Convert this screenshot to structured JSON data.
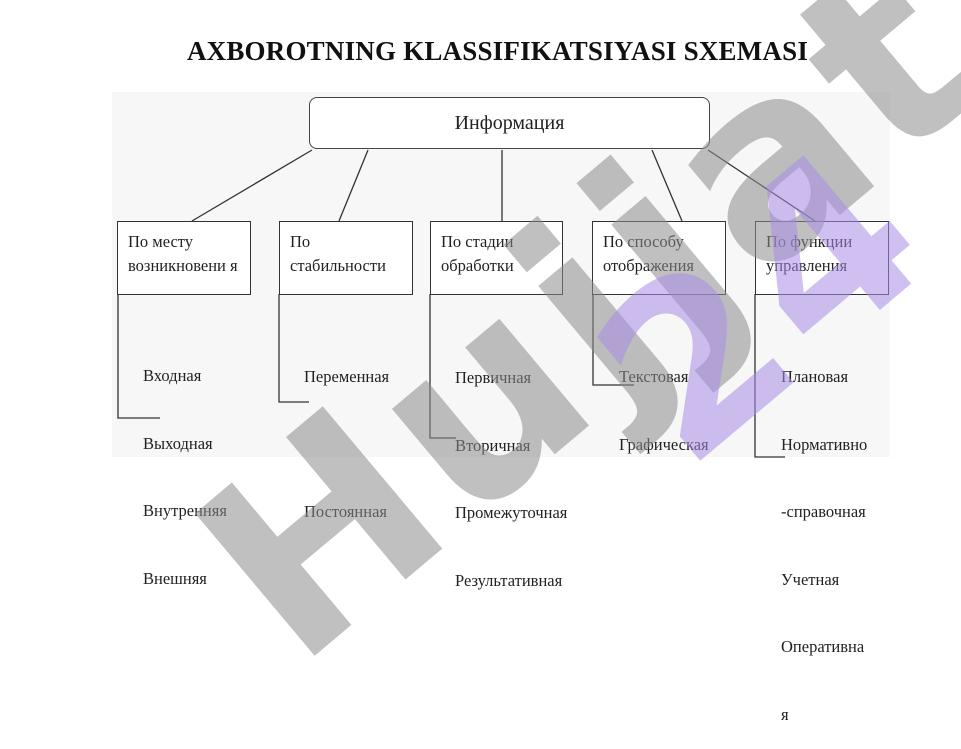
{
  "title": "AXBOROTNING KLASSIFIKATSIYASI SXEMASI",
  "diagram": {
    "root": "Информация",
    "categories": [
      {
        "label": "По месту возникновени я",
        "items": [
          "Входная",
          "Выходная",
          "Внутренняя",
          "Внешняя"
        ]
      },
      {
        "label": "По стабильности",
        "items": [
          "Переменная",
          "",
          "Постоянная"
        ]
      },
      {
        "label": "По стадии обработки",
        "items": [
          "Первичная",
          "Вторичная",
          "Промежуточная",
          "Результативная"
        ]
      },
      {
        "label": "По способу отображения",
        "items": [
          "Текстовая",
          "Графическая"
        ]
      },
      {
        "label": "По функции управления",
        "items": [
          "Плановая",
          "Нормативно",
          "-справочная",
          "Учетная",
          "Оперативна",
          "я"
        ]
      }
    ]
  },
  "watermark": {
    "gray": "Hujjat",
    "purple": "24"
  }
}
